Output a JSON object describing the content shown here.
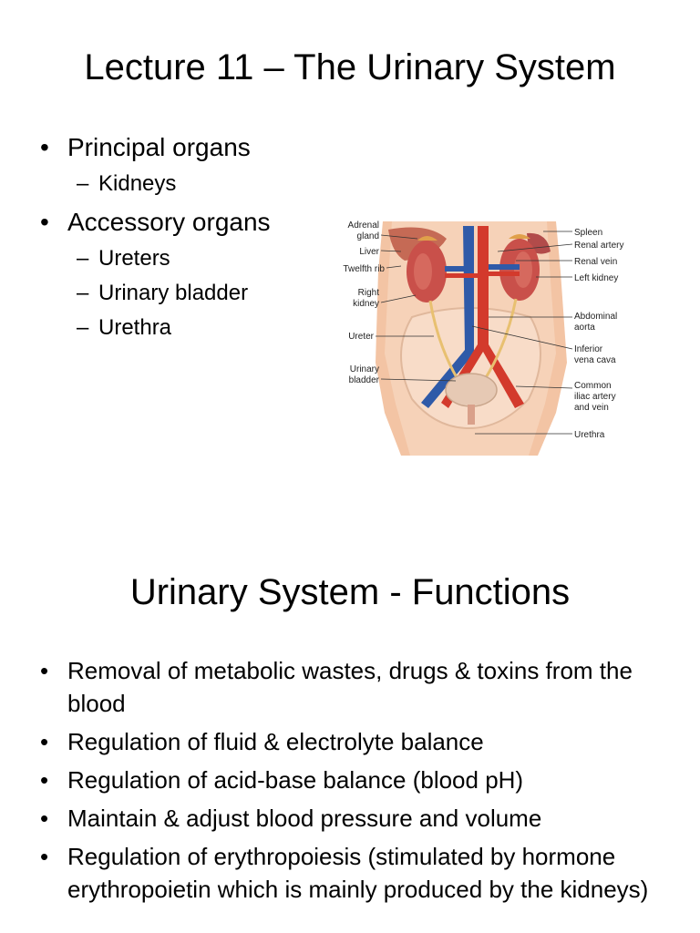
{
  "slide1": {
    "title": "Lecture 11 – The Urinary System",
    "bullets": [
      {
        "text": "Principal organs",
        "sub": [
          "Kidneys"
        ]
      },
      {
        "text": "Accessory organs",
        "sub": [
          "Ureters",
          "Urinary bladder",
          "Urethra"
        ]
      }
    ],
    "figure": {
      "labels_left": [
        "Adrenal",
        "gland",
        "Liver",
        "Twelfth rib",
        "Right",
        "kidney",
        "Ureter",
        "Urinary",
        "bladder"
      ],
      "labels_right": [
        "Spleen",
        "Renal artery",
        "Renal vein",
        "Left kidney",
        "Abdominal",
        "aorta",
        "Inferior",
        "vena cava",
        "Common",
        "iliac artery",
        "and vein",
        "Urethra"
      ]
    }
  },
  "slide2": {
    "title": "Urinary System - Functions",
    "bullets": [
      "Removal of metabolic wastes, drugs & toxins from the blood",
      "Regulation of fluid & electrolyte balance",
      "Regulation of acid-base balance (blood pH)",
      "Maintain & adjust blood pressure and volume",
      "Regulation of erythropoiesis (stimulated by hormone erythropoietin which is mainly produced by the kidneys)"
    ]
  },
  "colors": {
    "skin": "#f3c4a4",
    "kidney": "#c9504a",
    "artery": "#d33a2c",
    "vein": "#2f5aa8",
    "bladder": "#e6c9b4"
  }
}
